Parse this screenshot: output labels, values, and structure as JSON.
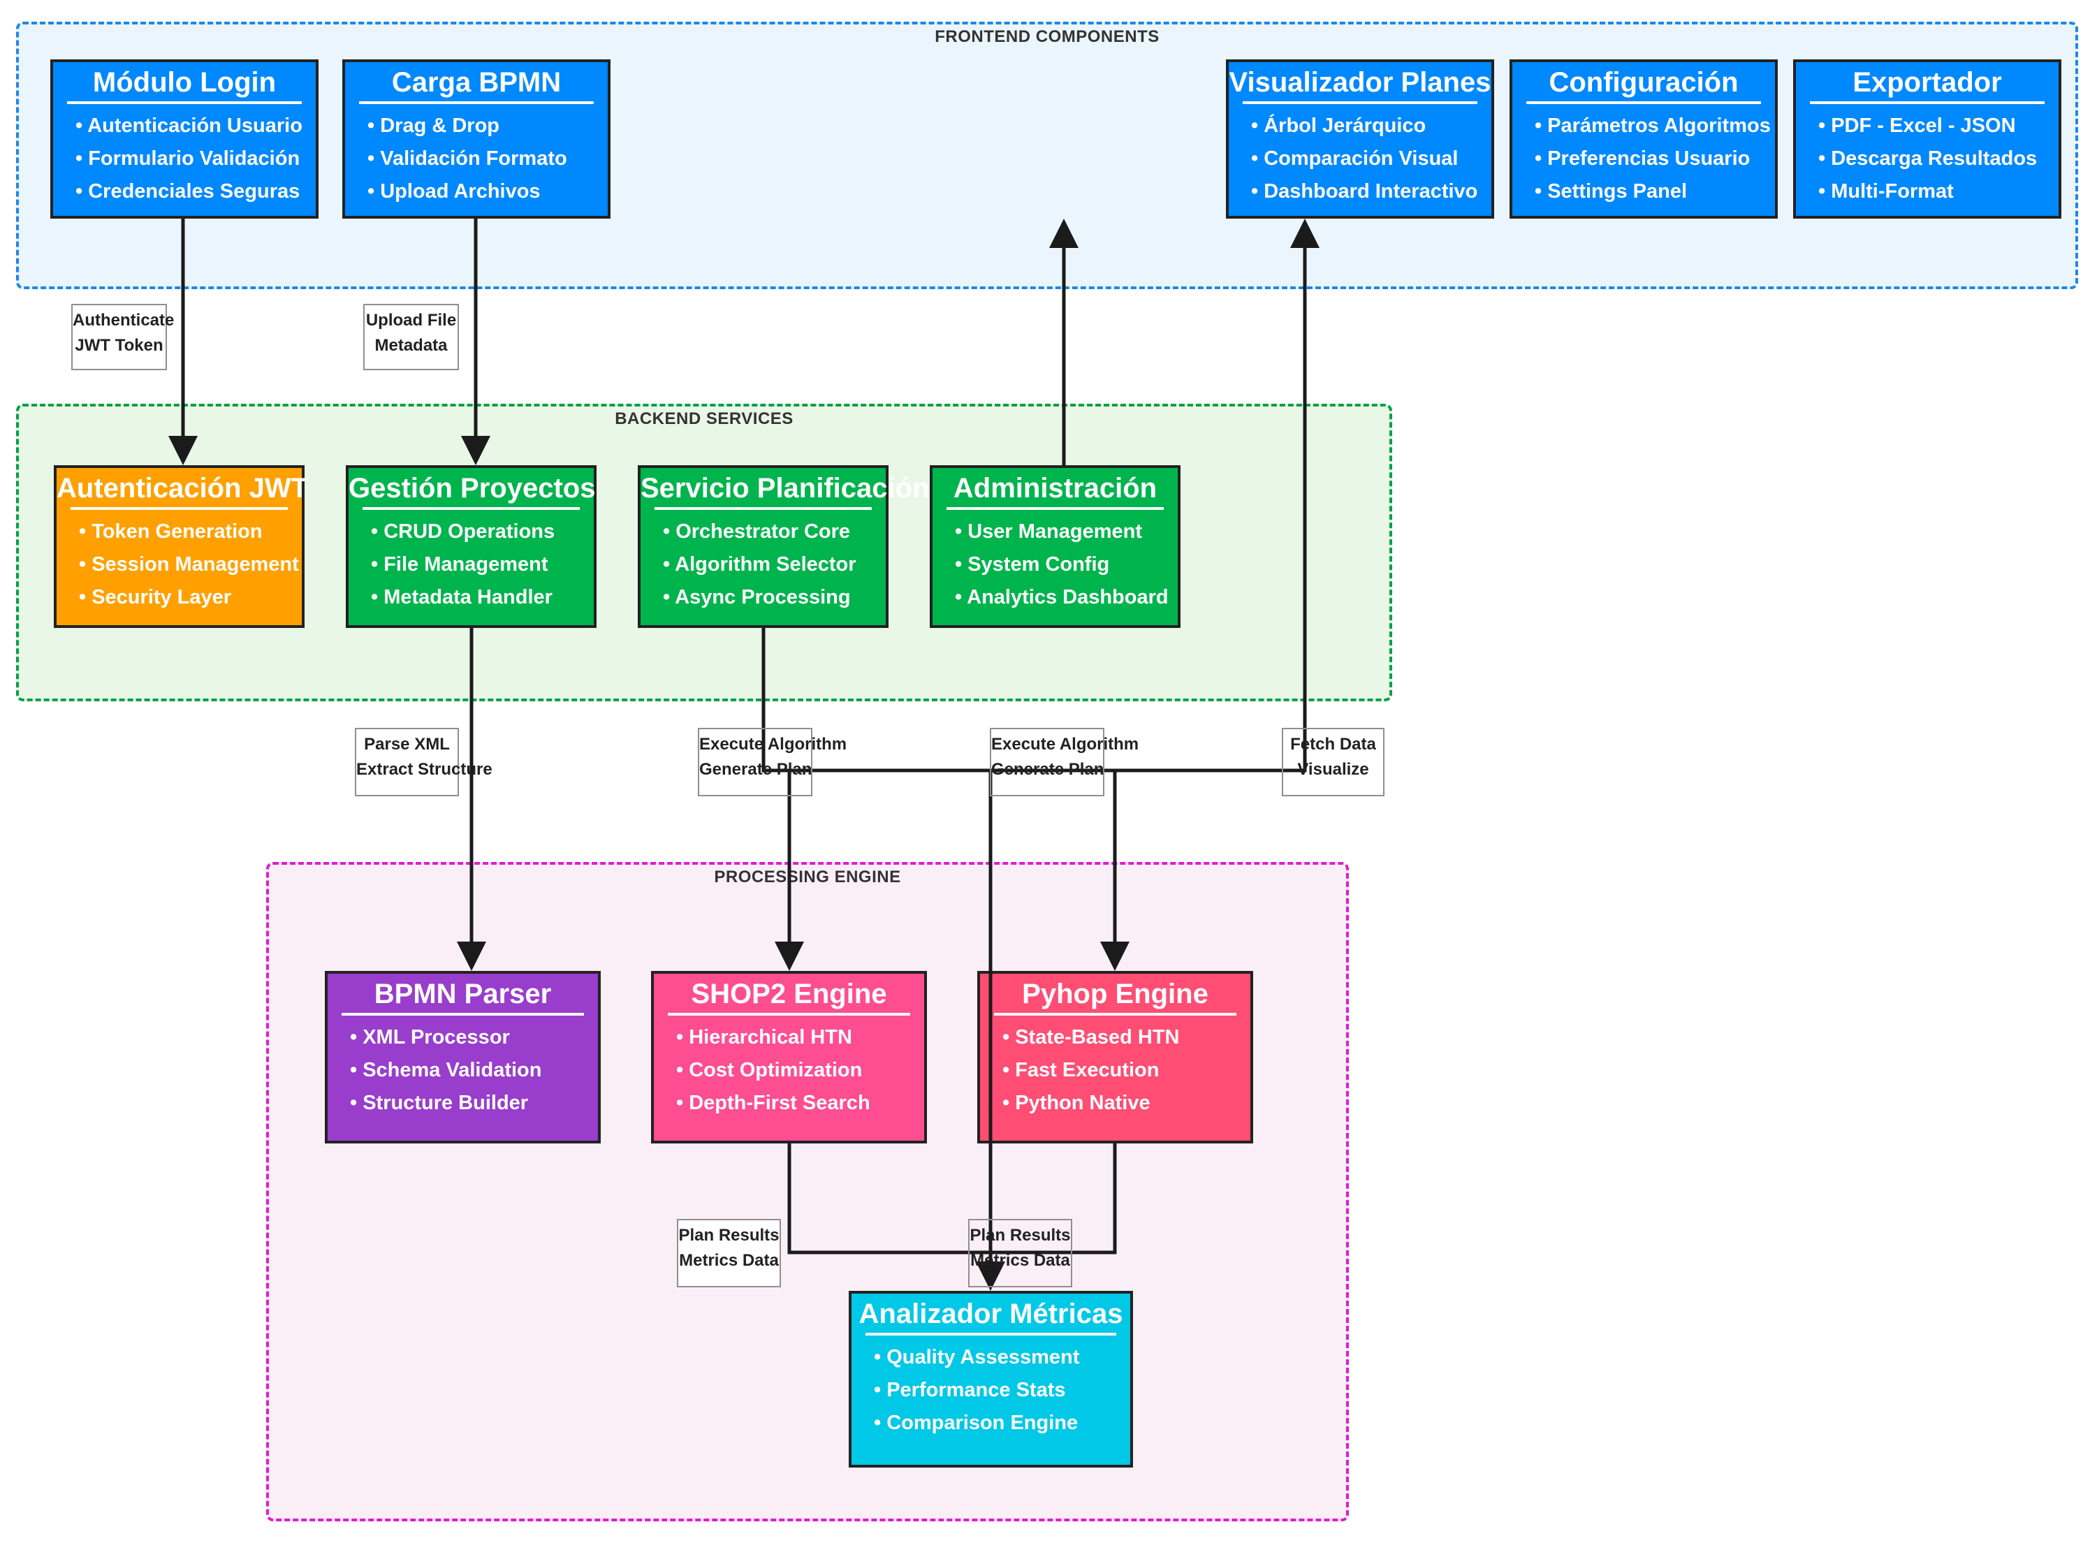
{
  "groups": {
    "frontend": {
      "title": "FRONTEND COMPONENTS"
    },
    "backend": {
      "title": "BACKEND SERVICES"
    },
    "processing": {
      "title": "PROCESSING ENGINE"
    }
  },
  "nodes": {
    "login": {
      "title": "Módulo Login",
      "color": "#0088ff",
      "items": [
        "• Autenticación Usuario",
        "• Formulario Validación",
        "• Credenciales Seguras"
      ]
    },
    "carga": {
      "title": "Carga BPMN",
      "color": "#0088ff",
      "items": [
        "• Drag & Drop",
        "• Validación Formato",
        "• Upload Archivos"
      ]
    },
    "visualizador": {
      "title": "Visualizador Planes",
      "color": "#0088ff",
      "items": [
        "• Árbol Jerárquico",
        "• Comparación Visual",
        "• Dashboard Interactivo"
      ]
    },
    "configuracion": {
      "title": "Configuración",
      "color": "#0088ff",
      "items": [
        "• Parámetros Algoritmos",
        "• Preferencias Usuario",
        "• Settings Panel"
      ]
    },
    "exportador": {
      "title": "Exportador",
      "color": "#0088ff",
      "items": [
        "• PDF - Excel - JSON",
        "• Descarga Resultados",
        "• Multi-Format"
      ]
    },
    "auth": {
      "title": "Autenticación JWT",
      "color": "#ffa000",
      "items": [
        "• Token Generation",
        "• Session Management",
        "• Security Layer"
      ]
    },
    "gestion": {
      "title": "Gestión Proyectos",
      "color": "#00b44d",
      "items": [
        "• CRUD Operations",
        "• File Management",
        "• Metadata Handler"
      ]
    },
    "servicio": {
      "title": "Servicio Planificación",
      "color": "#00b44d",
      "items": [
        "• Orchestrator Core",
        "• Algorithm Selector",
        "• Async Processing"
      ]
    },
    "admin": {
      "title": "Administración",
      "color": "#00b44d",
      "items": [
        "• User Management",
        "• System Config",
        "• Analytics Dashboard"
      ]
    },
    "parser": {
      "title": "BPMN Parser",
      "color": "#993dcc",
      "items": [
        "• XML Processor",
        "• Schema Validation",
        "• Structure Builder"
      ]
    },
    "shop2": {
      "title": "SHOP2 Engine",
      "color": "#ff4d91",
      "items": [
        "• Hierarchical HTN",
        "• Cost Optimization",
        "• Depth-First Search"
      ]
    },
    "pyhop": {
      "title": "Pyhop Engine",
      "color": "#ff4d73",
      "items": [
        "• State-Based HTN",
        "• Fast Execution",
        "• Python Native"
      ]
    },
    "metricas": {
      "title": "Analizador Métricas",
      "color": "#00c8e6",
      "items": [
        "• Quality Assessment",
        "• Performance Stats",
        "• Comparison Engine"
      ]
    }
  },
  "edge_labels": {
    "auth": [
      "Authenticate",
      "JWT Token"
    ],
    "upload": [
      "Upload File",
      "Metadata"
    ],
    "parse": [
      "Parse XML",
      "Extract Structure"
    ],
    "exec1": [
      "Execute Algorithm",
      "Generate Plan"
    ],
    "exec2": [
      "Execute Algorithm",
      "Generate Plan"
    ],
    "fetch": [
      "Fetch Data",
      "Visualize"
    ],
    "results1": [
      "Plan Results",
      "Metrics Data"
    ],
    "results2": [
      "Plan Results",
      "Metrics Data"
    ]
  }
}
